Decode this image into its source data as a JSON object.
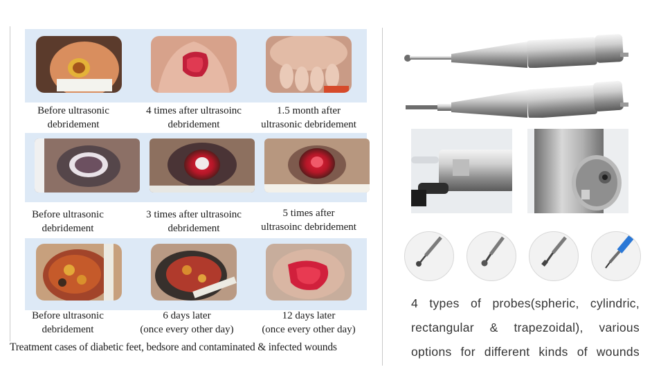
{
  "rows": [
    {
      "band_color": "#dde9f6",
      "captions": [
        [
          "Before ultrasonic",
          "debridement"
        ],
        [
          "4 times after ultrasoinc",
          "debridement"
        ],
        [
          "1.5 month after",
          "ultrasonic debridement"
        ]
      ]
    },
    {
      "band_color": "#dde9f6",
      "captions": [
        [
          "Before ultrasonic",
          "debridement"
        ],
        [
          "3 times after ultrasoinc",
          "debridement"
        ],
        [
          "5 times after",
          "ultrasoinc debridement"
        ]
      ]
    },
    {
      "band_color": "#dde9f6",
      "captions": [
        [
          "Before ultrasonic",
          "debridement"
        ],
        [
          "6 days later",
          "(once every other day)"
        ],
        [
          "12 days later",
          "(once every other day)"
        ]
      ]
    }
  ],
  "footer_caption": "Treatment cases of  diabetic feet, bedsore and contaminated & infected wounds",
  "probe_description": [
    "4  types  of  probes(spheric,  cylindric,",
    "rectangular  &  trapezoidal),  various",
    "options  for  different  kinds  of  wounds"
  ],
  "probe_types": [
    "spheric",
    "cylindric",
    "rectangular",
    "trapezoidal"
  ]
}
